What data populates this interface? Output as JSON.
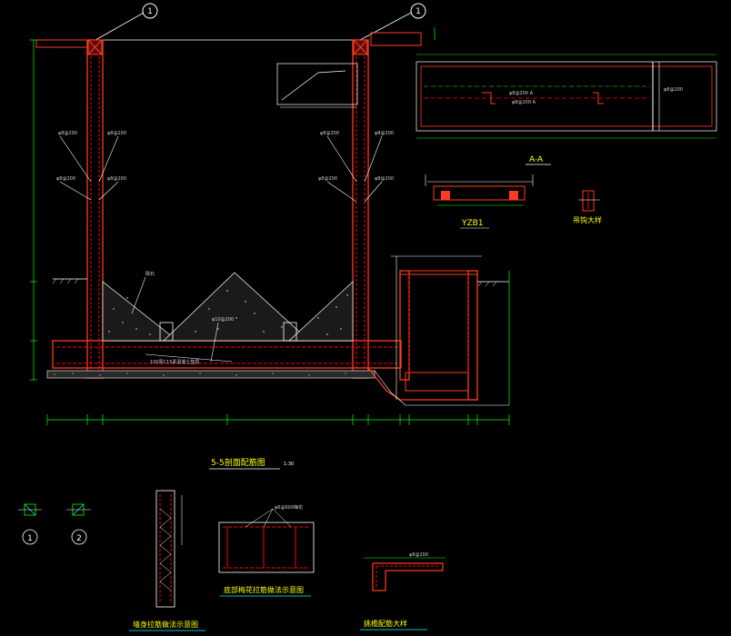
{
  "drawing": {
    "axis_markers": [
      "1",
      "1"
    ],
    "main_section_title": "5-5剖面配筋图",
    "main_section_scale": "1:30",
    "section_aa_label": "A-A",
    "yzb_label": "YZB1",
    "detail_right_small": "吊钩大样",
    "bubble_1": "1",
    "bubble_2": "2",
    "caption_wall": "墙身拉筋做法示意图",
    "caption_bottom": "底部梅花拉筋做法示意图",
    "caption_eave": "挑檐配筋大样"
  },
  "colors": {
    "background": "#000000",
    "concrete": "#ff3b1f",
    "rebar": "#ff0000",
    "dimension": "#00ff00",
    "annotation": "#ffffff",
    "title_text": "#ffff00",
    "leader": "#ffffff",
    "gravel": "#ffffff",
    "underline": "#00ffff"
  }
}
